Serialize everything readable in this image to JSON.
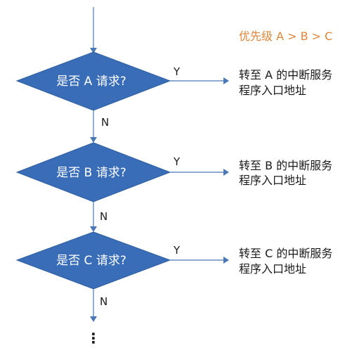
{
  "priority_label": "优先级 A > B > C",
  "decisions": [
    {
      "question": "是否 A 请求?",
      "yes_label": "Y",
      "no_label": "N",
      "result_line1": "转至 A 的中断服务",
      "result_line2": "程序入口地址"
    },
    {
      "question": "是否 B 请求?",
      "yes_label": "Y",
      "no_label": "N",
      "result_line1": "转至 B 的中断服务",
      "result_line2": "程序入口地址"
    },
    {
      "question": "是否 C 请求?",
      "yes_label": "Y",
      "no_label": "N",
      "result_line1": "转至 C 的中断服务",
      "result_line2": "程序入口地址"
    }
  ],
  "continuation": "⋮",
  "colors": {
    "diamond_fill": "#3a6db8",
    "line": "#4a78b5",
    "priority_text": "#e0853a"
  }
}
